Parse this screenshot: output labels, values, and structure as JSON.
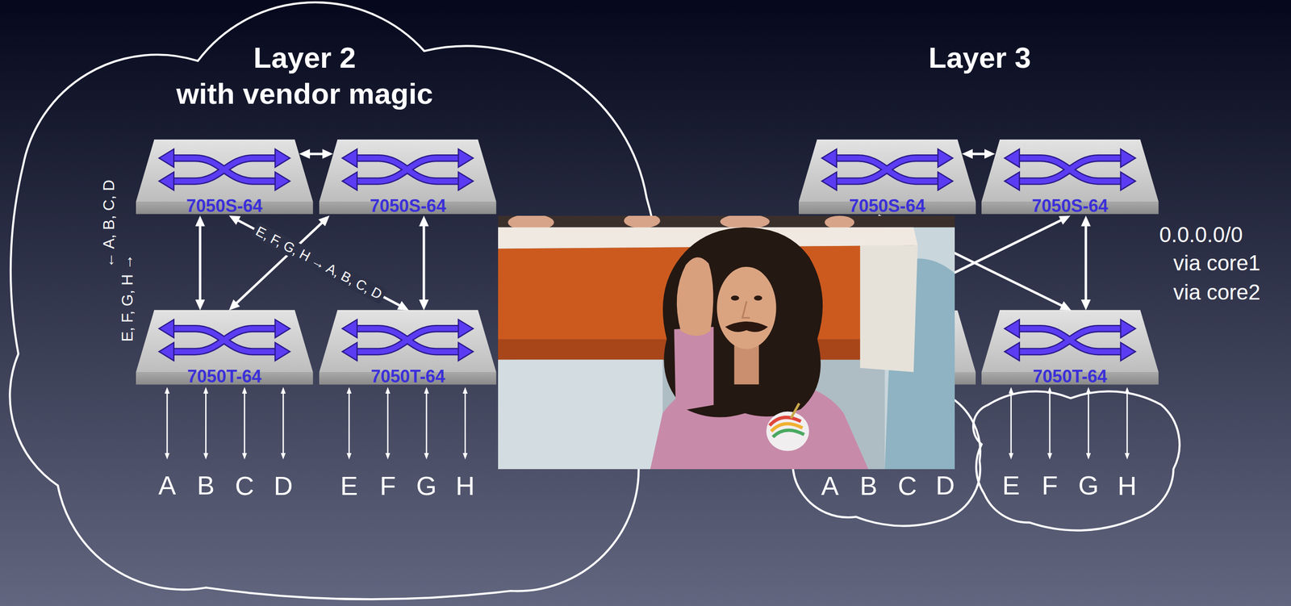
{
  "diagram": {
    "nodes": [
      {
        "text": [
          "Layer 2",
          "with vendor magic"
        ]
      },
      {
        "text": [
          "7050S-64"
        ],
        "in": 0
      },
      {
        "text": [
          "7050S-64"
        ],
        "in": 0
      },
      {
        "text": [
          "7050T-64"
        ],
        "in": 0
      },
      {
        "text": [
          "7050T-64"
        ],
        "in": 0
      },
      {
        "text": [
          "7050S-64"
        ]
      },
      {
        "text": [
          "7050S-64"
        ]
      },
      {
        "text": [
          "7050T-64"
        ]
      },
      {
        "text": [
          "A",
          "B",
          "C",
          "D"
        ]
      },
      {
        "text": [
          "E",
          "F",
          "G",
          "H"
        ]
      }
    ],
    "edges": [
      {
        "from": 1,
        "to": 2,
        "arrow": "both"
      },
      {
        "from": 1,
        "to": 3,
        "arrow": "both"
      },
      {
        "from": 2,
        "to": 4,
        "arrow": "both"
      },
      {
        "from": 1,
        "to": 4,
        "arrow": "both",
        "label": "E, F, G, H → A, B, C, D"
      },
      {
        "from": 2,
        "to": 3,
        "arrow": "both"
      },
      {
        "from": 5,
        "to": 6,
        "arrow": "both"
      },
      {
        "from": 6,
        "to": 7,
        "arrow": "both"
      },
      {
        "from": 5,
        "to": 7,
        "arrow": "to"
      }
    ],
    "labels": [
      "Layer 3",
      "← A, B, C, D",
      "E, F, G, H →",
      "0.0.0.0/0",
      "via core1",
      "via core2",
      "A",
      "B",
      "C",
      "D",
      "E",
      "F",
      "G",
      "H"
    ]
  }
}
